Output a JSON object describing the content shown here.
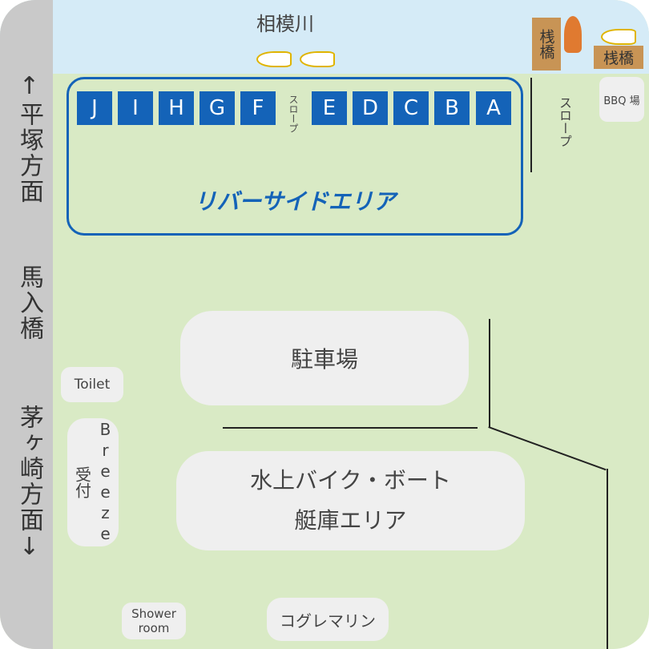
{
  "river": "相模川",
  "road": {
    "north": "↑平塚方面",
    "bridge": "馬入橋",
    "south": "茅ヶ崎方面↓"
  },
  "slots": [
    "J",
    "I",
    "H",
    "G",
    "F",
    "E",
    "D",
    "C",
    "B",
    "A"
  ],
  "slope_inner": "スロープ",
  "slope_outer": "スロープ",
  "area_name": "リバーサイドエリア",
  "piers": [
    "桟橋",
    "桟橋"
  ],
  "bbq": "BBQ 場",
  "parking": "駐車場",
  "storage": {
    "line1": "水上バイク・ボート",
    "line2": "艇庫エリア"
  },
  "toilet": "Toilet",
  "reception": {
    "name": "Breeze",
    "label": "受付"
  },
  "shower": {
    "line1": "Shower",
    "line2": "room"
  },
  "marine": "コグレマリン",
  "colors": {
    "blue": "#1463b8",
    "water": "#d5ebf7",
    "land": "#d9eac5",
    "road": "#c9c9c9"
  }
}
